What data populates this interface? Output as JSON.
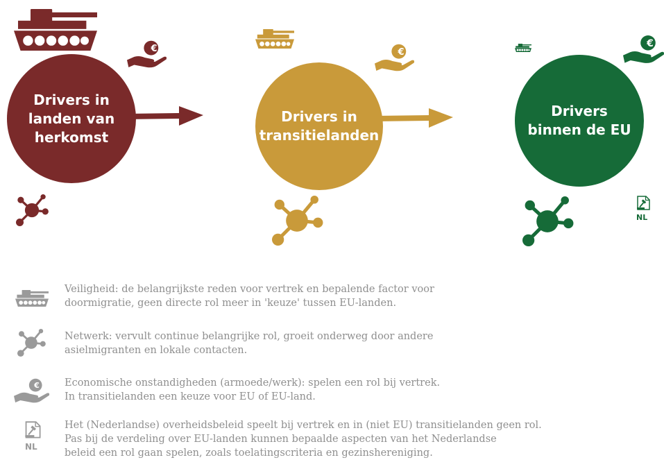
{
  "colors": {
    "origin": "#7a2a2a",
    "transit": "#c99a3a",
    "eu": "#166b38",
    "legend_icon": "#9a9a9a",
    "legend_text": "#8f8f8f"
  },
  "stages": [
    {
      "lines": [
        "Drivers in",
        "landen van",
        "herkomst"
      ]
    },
    {
      "lines": [
        "Drivers in",
        "transitielanden"
      ]
    },
    {
      "lines": [
        "Drivers",
        "binnen de EU"
      ]
    }
  ],
  "icons": {
    "tank": "tank-icon",
    "money": "money-hand-icon",
    "network": "network-icon",
    "policy": "policy-document-icon",
    "euro_symbol": "€",
    "nl_label": "NL"
  },
  "legend": [
    {
      "icon": "tank-icon",
      "lines": [
        "Veiligheid: de belangrijkste reden voor vertrek en bepalende factor voor",
        "doormigratie, geen directe rol meer in 'keuze' tussen EU-landen."
      ]
    },
    {
      "icon": "network-icon",
      "lines": [
        "Netwerk: vervult continue belangrijke rol, groeit onderweg door andere",
        "asielmigranten en lokale contacten."
      ]
    },
    {
      "icon": "money-hand-icon",
      "lines": [
        "Economische onstandigheden (armoede/werk): spelen een rol bij vertrek.",
        "In transitielanden een keuze voor EU of EU-land."
      ]
    },
    {
      "icon": "policy-document-icon",
      "lines": [
        "Het (Nederlandse) overheidsbeleid speelt bij vertrek en in (niet EU) transitielanden geen rol.",
        "Pas bij de verdeling over EU-landen kunnen bepaalde aspecten van het Nederlandse",
        "beleid een rol gaan spelen, zoals toelatingscriteria en gezinshereniging."
      ]
    }
  ]
}
